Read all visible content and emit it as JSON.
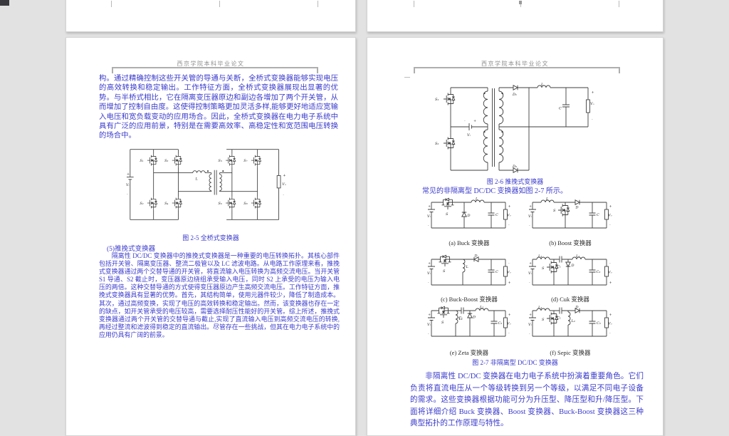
{
  "window": {
    "background": "#e2e2e2"
  },
  "colors": {
    "body_text": "#3b3bcc",
    "header_text": "#8f8f8f"
  },
  "signs": {
    "plus": "+",
    "minus": "-"
  },
  "header": {
    "title": "西京学院本科毕业论文"
  },
  "left_page": {
    "para1": "构。通过精确控制这些开关管的导通与关断，全桥式变换器能够实现电压的高效转换和稳定输出。工作特征方面，全桥式变换器展现出显著的优势。与半桥式相比，它在隔离变压器原边和副边各增加了两个开关管，从而增加了控制自由度。这使得控制策略更加灵活多样,能够更好地适应宽输入电压和宽负载变动的应用场合。因此，全桥式变换器在电力电子系统中具有广泛的应用前景，特别是在需要高效率、高稳定性和宽范围电压转换的场合中。",
    "fig25": {
      "caption": "图 2-5 全桥式变换器",
      "labels": {
        "s1": "S₁",
        "s2": "S₂",
        "s3": "S₃",
        "s4": "S₄",
        "s5": "S₅",
        "s6": "S₆",
        "s7": "S₇",
        "s8": "S₈",
        "l": "L",
        "vi": "Vᵢ",
        "vo": "Vₒ"
      }
    },
    "heading": "(5)推挽式变换器",
    "para2": "隔离性 DC/DC 变换器中的推挽式变换器是一种重要的电压转换拓扑。其核心部件包括开关管、隔离变压器、整流二极管以及 LC 滤波电路。从电路工作原理来看，推挽式变换器通过两个交替导通的开关管，将直流输入电压转换为高频交流电压。当开关管 S1 导通、S2 截止时，变压器原边绕组承受输入电压，同时 S2 上承受的电压为输入电压的两倍。这种交替导通的方式使得变压器原边产生高频交流电压。工作特征方面，推挽式变换器具有显著的优势。首先，其结构简单，使用元器件较少，降低了制造成本。其次，通过高频变换，实现了电压的高效转换和稳定输出。然而，该变换器也存在一定的缺点，如开关管承受的电压较高，需要选择耐压性能好的开关管。综上所述，推挽式变换器通过两个开关管的交替导通与截止,实现了直流输入电压到高频交流电压的转换,再经过整流和滤波得到稳定的直流输出。尽管存在一些挑战，但其在电力电子系统中的应用仍具有广阔的前景。"
  },
  "right_page": {
    "fig26": {
      "caption": "图 2-6 推挽式变换器",
      "labels": {
        "s1": "S₁",
        "s2": "S₂",
        "vi": "Vᵢ",
        "d1": "D₁",
        "d2": "D₂",
        "l": "L",
        "c": "C",
        "vo": "Vₒ"
      }
    },
    "intro": "常见的非隔离型 DC/DC 变换器如图 2-7 所示。",
    "fig27": {
      "caption": "图 2-7 非隔离型 DC/DC 变换器",
      "subfigs": [
        {
          "label": "(a) Buck 变换器",
          "labels": {
            "vi": "Vᵢ",
            "vo": "Vₒ",
            "s": "S",
            "d": "D",
            "l": "L",
            "c": "C"
          }
        },
        {
          "label": "(b) Boost 变换器",
          "labels": {
            "vi": "Vᵢ",
            "vo": "Vₒ",
            "s": "S",
            "d": "D",
            "l": "L",
            "c": "C"
          }
        },
        {
          "label": "(c) Buck-Boost 变换器",
          "labels": {
            "vi": "Vᵢ",
            "vo": "Vₒ",
            "s": "S",
            "d": "D",
            "l": "L",
            "c": "C"
          }
        },
        {
          "label": "(d) Cuk 变换器",
          "labels": {
            "vi": "Vᵢ",
            "vo": "Vₒ",
            "s": "S",
            "d": "D",
            "l1": "L₁",
            "l2": "L₂",
            "c1": "C₁",
            "c2": "C₂"
          }
        },
        {
          "label": "(e) Zeta 变换器",
          "labels": {
            "vi": "Vᵢ",
            "vo": "Vₒ",
            "s": "S",
            "d": "D",
            "l1": "L₁",
            "l2": "L₂",
            "c1": "C₁",
            "c2": "C₂"
          }
        },
        {
          "label": "(f) Sepic 变换器",
          "labels": {
            "vi": "Vᵢ",
            "vo": "Vₒ",
            "s": "S",
            "d": "D",
            "l1": "L₁",
            "l2": "L₂",
            "c1": "C₁",
            "c2": "C₂"
          }
        }
      ]
    },
    "para3": "非隔离性 DC/DC 变换器在电力电子系统中扮演着重要角色。它们负责将直流电压从一个等级转换到另一个等级，以满足不同电子设备的需求。这些变换器根据功能可分为升压型、降压型和升/降压型。下面将详细介绍 Buck 变换器、Boost 变换器、Buck-Boost 变换器这三种典型拓扑的工作原理与特性。"
  }
}
